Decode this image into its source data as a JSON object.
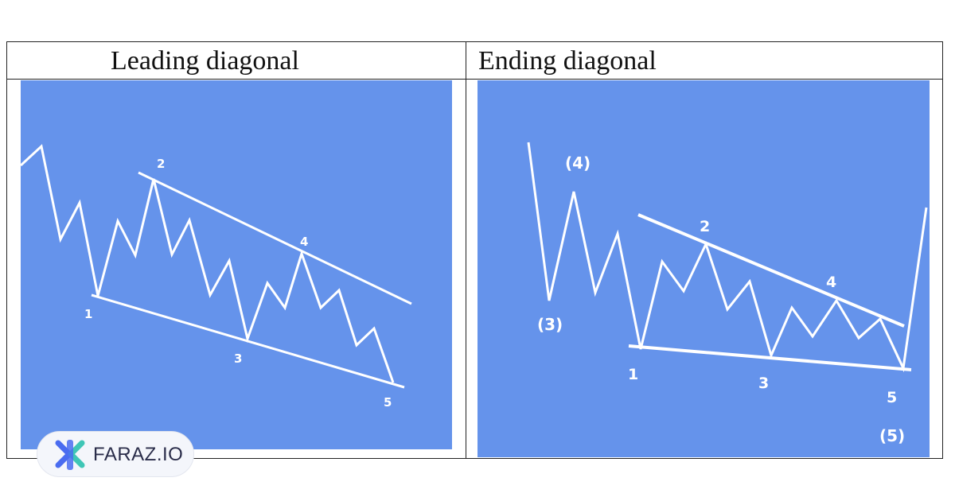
{
  "headers": {
    "leading": "Leading diagonal",
    "ending": "Ending diagonal"
  },
  "leading_labels": {
    "w1": "1",
    "w2": "2",
    "w3": "3",
    "w4": "4",
    "w5": "5"
  },
  "ending_labels": {
    "w1": "1",
    "w2": "2",
    "w3": "3",
    "w4": "4",
    "w5": "5",
    "p3": "(3)",
    "p4": "(4)",
    "p5": "(5)"
  },
  "watermark": {
    "text": "FARAZ.IO",
    "icon": "faraz-logo-icon"
  },
  "colors": {
    "panel_bg": "#6593eb",
    "line": "#ffffff",
    "logo_blue": "#4a6cf0",
    "logo_teal": "#3fc6b6"
  }
}
